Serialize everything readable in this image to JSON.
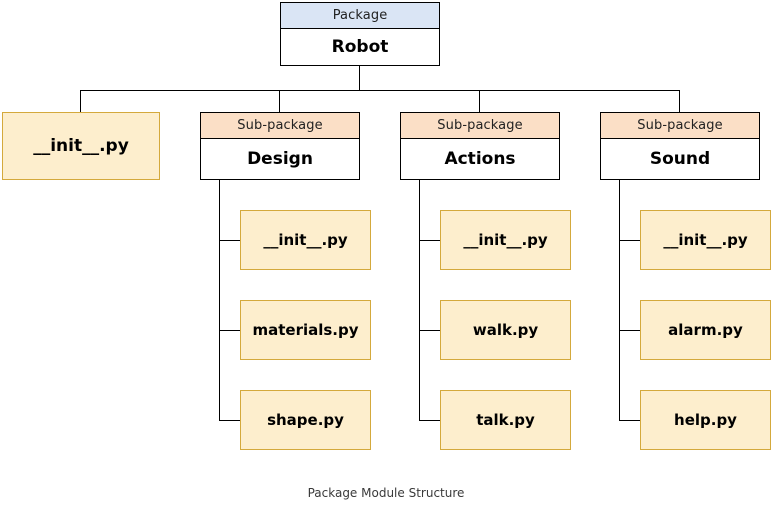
{
  "diagram": {
    "caption": "Package Module Structure",
    "colors": {
      "package_header": "#dae5f5",
      "subpackage_header": "#fbdfc6",
      "module_fill": "#fdeecd",
      "module_border": "#d4a93c",
      "node_border": "#000000",
      "connector": "#000000",
      "caption_text": "#3a3a3a"
    },
    "root": {
      "header": "Package",
      "name": "Robot"
    },
    "level2": [
      {
        "kind": "module",
        "name": "__init__.py"
      },
      {
        "kind": "subpackage",
        "header": "Sub-package",
        "name": "Design",
        "children": [
          "__init__.py",
          "materials.py",
          "shape.py"
        ]
      },
      {
        "kind": "subpackage",
        "header": "Sub-package",
        "name": "Actions",
        "children": [
          "__init__.py",
          "walk.py",
          "talk.py"
        ]
      },
      {
        "kind": "subpackage",
        "header": "Sub-package",
        "name": "Sound",
        "children": [
          "__init__.py",
          "alarm.py",
          "help.py"
        ]
      }
    ]
  }
}
